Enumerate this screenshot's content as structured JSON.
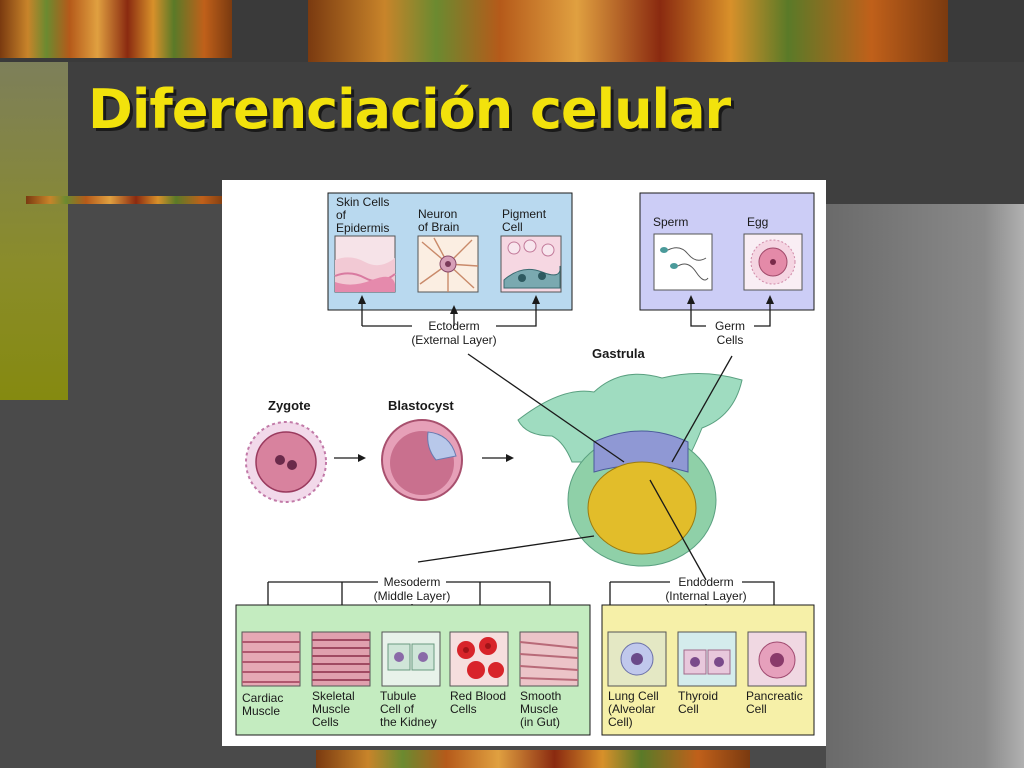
{
  "slide": {
    "title": "Diferenciación celular"
  },
  "diagram": {
    "ectoderm_box": {
      "items": [
        {
          "lines": [
            "Skin Cells",
            "of",
            "Epidermis"
          ]
        },
        {
          "lines": [
            "Neuron",
            "of Brain"
          ]
        },
        {
          "lines": [
            "Pigment",
            "Cell"
          ]
        }
      ]
    },
    "germ_box": {
      "items": [
        {
          "lines": [
            "Sperm"
          ]
        },
        {
          "lines": [
            "Egg"
          ]
        }
      ]
    },
    "ectoderm_label": [
      "Ectoderm",
      "(External Layer)"
    ],
    "germ_label": [
      "Germ",
      "Cells"
    ],
    "gastrula": "Gastrula",
    "zygote": "Zygote",
    "blastocyst": "Blastocyst",
    "mesoderm_label": [
      "Mesoderm",
      "(Middle Layer)"
    ],
    "endoderm_label": [
      "Endoderm",
      "(Internal Layer)"
    ],
    "mesoderm_box": {
      "items": [
        {
          "lines": [
            "Cardiac",
            "Muscle"
          ]
        },
        {
          "lines": [
            "Skeletal",
            "Muscle",
            "Cells"
          ]
        },
        {
          "lines": [
            "Tubule",
            "Cell of",
            "the Kidney"
          ]
        },
        {
          "lines": [
            "Red Blood",
            "Cells"
          ]
        },
        {
          "lines": [
            "Smooth",
            "Muscle",
            "(in Gut)"
          ]
        }
      ]
    },
    "endoderm_box": {
      "items": [
        {
          "lines": [
            "Lung Cell",
            "(Alveolar",
            "Cell)"
          ]
        },
        {
          "lines": [
            "Thyroid",
            "Cell"
          ]
        },
        {
          "lines": [
            "Pancreatic",
            "Cell"
          ]
        }
      ]
    }
  }
}
